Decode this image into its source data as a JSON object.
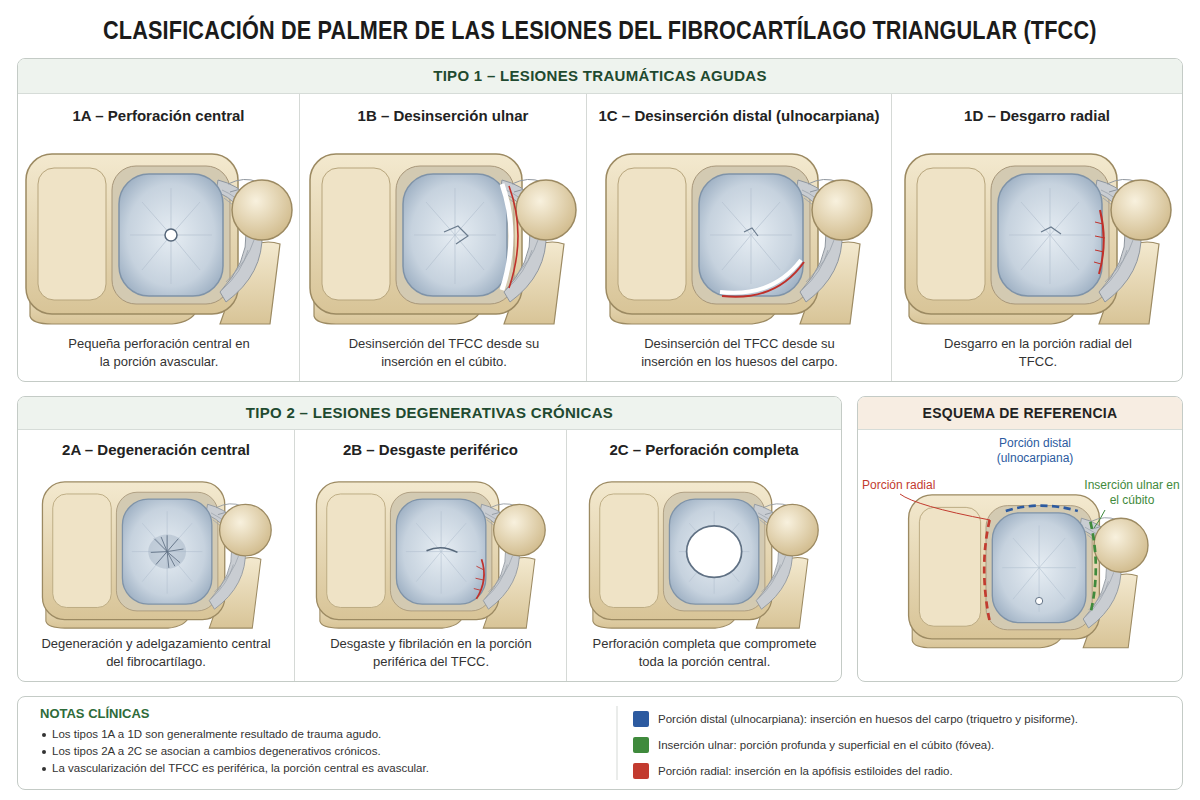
{
  "diagram": {
    "title": "CLASIFICACIÓN DE PALMER DE LAS LESIONES DEL FIBROCARTÍLAGO TRIANGULAR (TFCC)",
    "nodes": [
      {
        "text": [
          "TIPO 1 – LESIONES TRAUMÁTICAS AGUDAS"
        ]
      },
      {
        "text": [
          "1A – Perforación central",
          "Pequeña perforación central en la porción avascular."
        ],
        "in": 0
      },
      {
        "text": [
          "1B – Desinserción ulnar",
          "Desinserción del TFCC desde su inserción en el cúbito."
        ],
        "in": 0
      },
      {
        "text": [
          "1C – Desinserción distal (ulnocarpiana)",
          "Desinserción del TFCC desde su inserción en los huesos del carpo."
        ],
        "in": 0
      },
      {
        "text": [
          "1D – Desgarro radial",
          "Desgarro en la porción radial del TFCC."
        ],
        "in": 0
      },
      {
        "text": [
          "TIPO 2 – LESIONES DEGENERATIVAS CRÓNICAS"
        ]
      },
      {
        "text": [
          "2A – Degeneración central",
          "Degeneración y adelgazamiento central del fibrocartílago."
        ],
        "in": 5
      },
      {
        "text": [
          "2B – Desgaste periférico",
          "Desgaste y fibrilación en la porción periférica del TFCC."
        ],
        "in": 5
      },
      {
        "text": [
          "2C – Perforación completa",
          "Perforación completa que compromete toda la porción central."
        ],
        "in": 5
      },
      {
        "text": [
          "ESQUEMA DE REFERENCIA"
        ]
      },
      {
        "text": [
          "NOTAS CLÍNICAS",
          "Los tipos 1A a 1D son generalmente resultado de trauma agudo.",
          "Los tipos 2A a 2C se asocian a cambios degenerativos crónicos.",
          "La vascularización del TFCC es periférica, la porción central es avascular."
        ]
      }
    ],
    "labels": [
      "Porción distal (ulnocarpiana)",
      "Porción radial",
      "Inserción ulnar en el cúbito"
    ],
    "legend": [
      {
        "text": "Porción distal (ulnocarpiana): inserción en huesos del carpo (triquetro y pisiforme).",
        "color": "#2c5aa0"
      },
      {
        "text": "Inserción ulnar: porción profunda y superficial en el cúbito (fóvea).",
        "color": "#3f8a3c"
      },
      {
        "text": "Porción radial: inserción en la apófisis estiloides del radio.",
        "color": "#c23b2f"
      }
    ]
  }
}
